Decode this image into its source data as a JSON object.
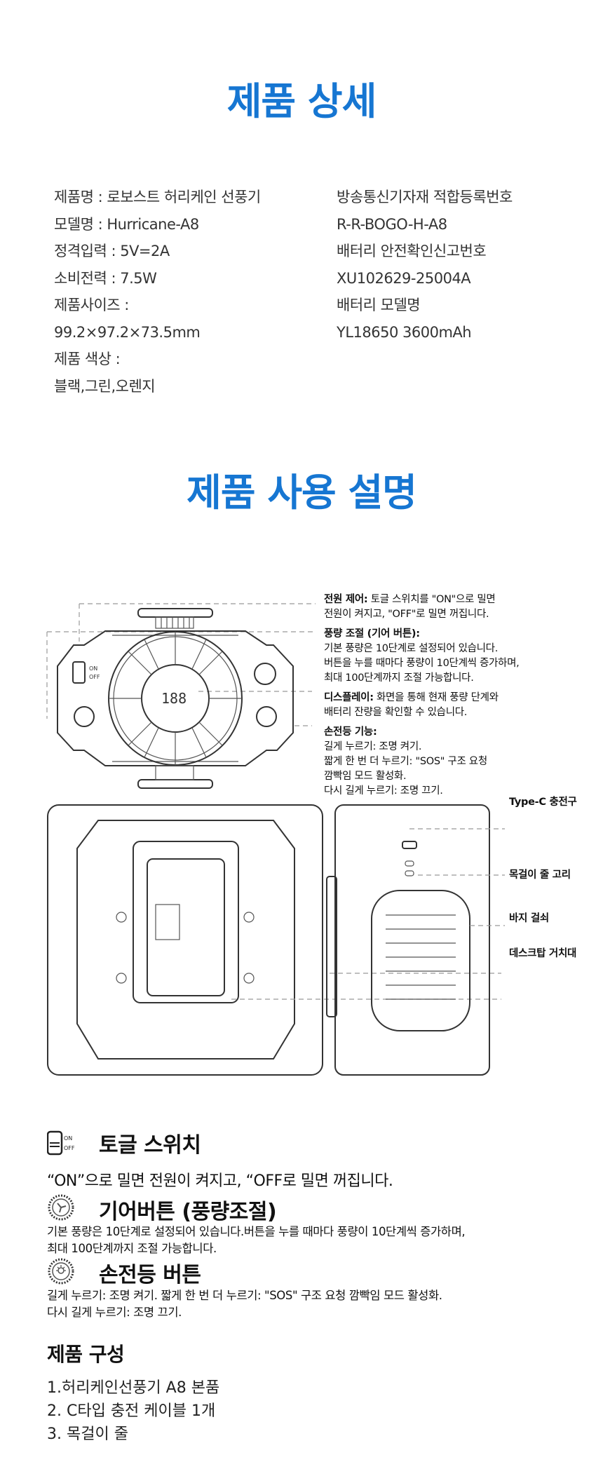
{
  "detail": {
    "title": "제품 상세",
    "left": [
      "제품명 : 로보스트 허리케인 선풍기",
      "모델명 : Hurricane-A8",
      "정격입력 : 5V=2A",
      "소비전력 : 7.5W",
      "제품사이즈 :",
      "99.2×97.2×73.5mm",
      "제품 색상 :",
      "블랙,그린,오렌지"
    ],
    "right": [
      "방송통신기자재 적합등록번호",
      "R-R-BOGO-H-A8",
      "배터리 안전확인신고번호",
      "XU102629-25004A",
      "배터리 모델명",
      "YL18650 3600mAh"
    ]
  },
  "usage": {
    "title": "제품 사용 설명",
    "diagram": {
      "display_text": "188",
      "switch_on": "ON",
      "switch_off": "OFF",
      "annotations": [
        {
          "head": "전원 제어:",
          "lines": [
            "토글 스위치를 \"ON\"으로 밀면",
            "전원이 켜지고, \"OFF\"로 밀면 꺼집니다."
          ]
        },
        {
          "head": "풍량 조절 (기어 버튼):",
          "lines": [
            "기본 풍량은 10단계로 설정되어 있습니다.",
            "버튼을 누를 때마다 풍량이 10단계씩 증가하며,",
            "최대 100단계까지 조절 가능합니다."
          ]
        },
        {
          "head": "디스플레이:",
          "lines": [
            "화면을 통해 현재 풍량 단계와",
            "배터리 잔량을 확인할 수 있습니다."
          ]
        },
        {
          "head": "손전등 기능:",
          "lines": [
            "길게 누르기: 조명 켜기.",
            "짧게 한 번 더 누르기: \"SOS\" 구조 요청",
            "깜빡임 모드 활성화.",
            "다시 길게 누르기: 조명 끄기."
          ]
        }
      ],
      "side_labels": [
        "Type-C 충전구",
        "목걸이 줄 고리",
        "바지 걸쇠",
        "데스크탑 거치대"
      ]
    }
  },
  "features": [
    {
      "icon": "toggle-switch-icon",
      "icon_on": "ON",
      "icon_off": "OFF",
      "title": "토글 스위치",
      "lines": [
        "“ON”으로 밀면 전원이 켜지고, “OFF로 밀면 꺼집니다."
      ]
    },
    {
      "icon": "fan-gear-icon",
      "title": "기어버튼 (풍량조절)",
      "lines": [
        "기본 풍량은 10단계로 설정되어 있습니다.버튼을 누를 때마다 풍량이 10단계씩 증가하며,",
        "최대 100단계까지 조절 가능합니다."
      ]
    },
    {
      "icon": "flashlight-icon",
      "title": "손전등 버튼",
      "lines": [
        "길게 누르기: 조명 켜기.   짧게 한 번 더 누르기: \"SOS\" 구조 요청  깜빡임 모드 활성화.",
        "다시 길게 누르기: 조명 끄기."
      ]
    }
  ],
  "components": {
    "title": "제품 구성",
    "items": [
      "1.허리케인선풍기 A8 본품",
      "2. C타입 충전 케이블 1개",
      "3. 목걸이 줄"
    ]
  }
}
